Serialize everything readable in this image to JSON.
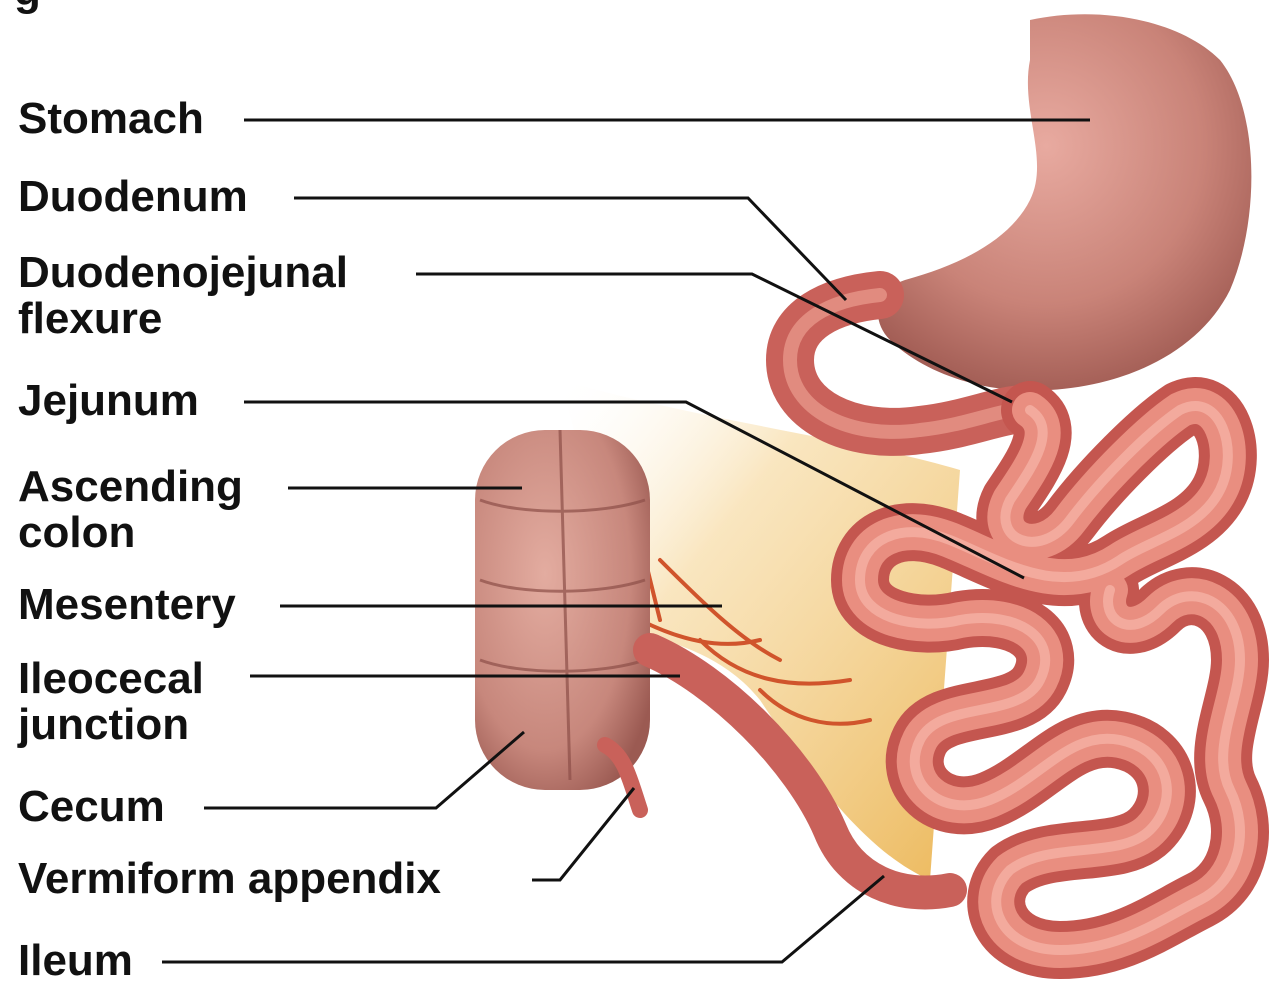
{
  "labels": {
    "stomach": "Stomach",
    "duodenum": "Duodenum",
    "duodenojejunal_1": "Duodenojejunal",
    "duodenojejunal_2": "flexure",
    "jejunum": "Jejunum",
    "ascending_1": "Ascending",
    "ascending_2": "colon",
    "mesentery": "Mesentery",
    "ileocecal_1": "Ileocecal",
    "ileocecal_2": "junction",
    "cecum": "Cecum",
    "appendix": "Vermiform appendix",
    "ileum": "Ileum"
  },
  "partial_top_letter": "g",
  "colors": {
    "organ_base": "#d9796f",
    "organ_shadow": "#b04a44",
    "organ_highlight": "#f4b4a6",
    "stomach": "#c98378",
    "colon": "#c7877c",
    "mesentery_fat": "#f1c263",
    "vessel": "#d0542c",
    "leader": "#111111"
  },
  "icons": [
    "anatomy-illustration"
  ]
}
